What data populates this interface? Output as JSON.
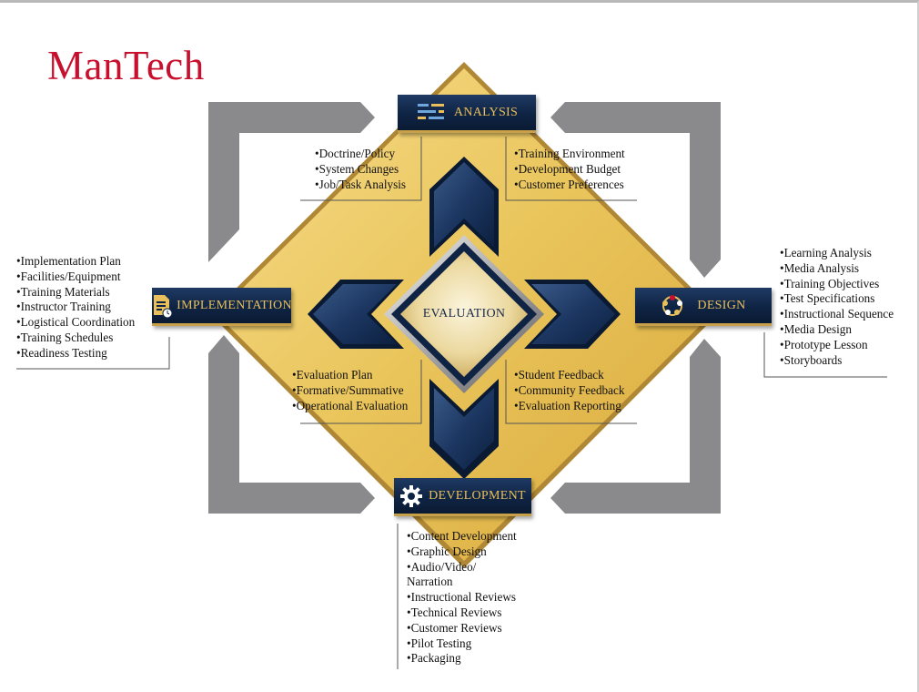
{
  "logo": {
    "text": "ManTech",
    "color": "#c8102e"
  },
  "colors": {
    "navy": "#0f2444",
    "gold": "#e7bf52",
    "gray_arrow": "#8a8a8c",
    "text_gold": "#e8bf5a"
  },
  "center": {
    "label": "EVALUATION"
  },
  "phases": {
    "analysis": {
      "label": "ANALYSIS",
      "icon": "list-chart-icon"
    },
    "design": {
      "label": "DESIGN",
      "icon": "people-circle-icon"
    },
    "development": {
      "label": "DEVELOPMENT",
      "icon": "gear-icon"
    },
    "implementation": {
      "label": "IMPLEMENTATION",
      "icon": "document-clock-icon"
    }
  },
  "lists": {
    "analysis_left": [
      "•Doctrine/Policy",
      "•System Changes",
      "•Job/Task Analysis"
    ],
    "analysis_right": [
      "•Training Environment",
      "•Development Budget",
      "•Customer Preferences"
    ],
    "implementation": [
      "•Implementation Plan",
      "•Facilities/Equipment",
      "•Training Materials",
      "•Instructor Training",
      "•Logistical Coordination",
      "•Training Schedules",
      "•Readiness Testing"
    ],
    "design": [
      "•Learning Analysis",
      "•Media Analysis",
      "•Training Objectives",
      "•Test Specifications",
      "•Instructional Sequence",
      "•Media Design",
      "•Prototype Lesson",
      "•Storyboards"
    ],
    "evaluation_left": [
      "•Evaluation Plan",
      "•Formative/Summative",
      "•Operational Evaluation"
    ],
    "evaluation_right": [
      "•Student Feedback",
      "•Community Feedback",
      "•Evaluation Reporting"
    ],
    "development": [
      "•Content Development",
      "•Graphic Design",
      "•Audio/Video/",
      "Narration",
      "•Instructional Reviews",
      "•Technical Reviews",
      "•Customer Reviews",
      "•Pilot Testing",
      "•Packaging"
    ]
  }
}
